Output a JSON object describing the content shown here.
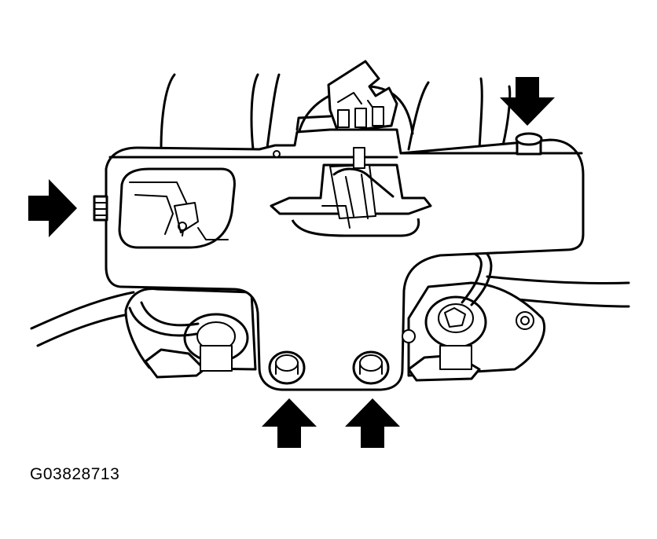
{
  "figure": {
    "code": "G03828713"
  },
  "callouts": [
    {
      "icon": "arrow-down-icon",
      "target": "top-right-bolt"
    },
    {
      "icon": "arrow-right-icon",
      "target": "left-side-bolt"
    },
    {
      "icon": "arrow-up-icon",
      "target": "lower-left-bolt"
    },
    {
      "icon": "arrow-up-icon",
      "target": "lower-right-bolt"
    }
  ],
  "colors": {
    "line": "#000000",
    "background": "#ffffff"
  }
}
